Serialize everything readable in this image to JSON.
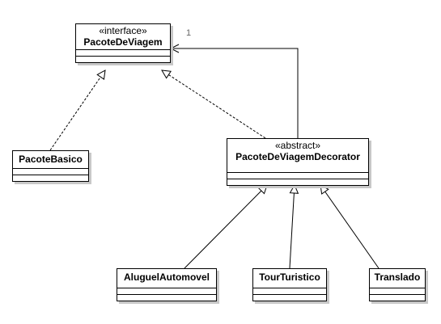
{
  "diagram": {
    "classes": {
      "pacote_de_viagem": {
        "stereotype": "«interface»",
        "name": "PacoteDeViagem"
      },
      "pacote_basico": {
        "name": "PacoteBasico"
      },
      "decorator": {
        "stereotype": "«abstract»",
        "name": "PacoteDeViagemDecorator"
      },
      "aluguel_automovel": {
        "name": "AluguelAutomovel"
      },
      "tour_turistico": {
        "name": "TourTuristico"
      },
      "translado": {
        "name": "Translado"
      }
    },
    "association": {
      "multiplicity": "1"
    }
  }
}
